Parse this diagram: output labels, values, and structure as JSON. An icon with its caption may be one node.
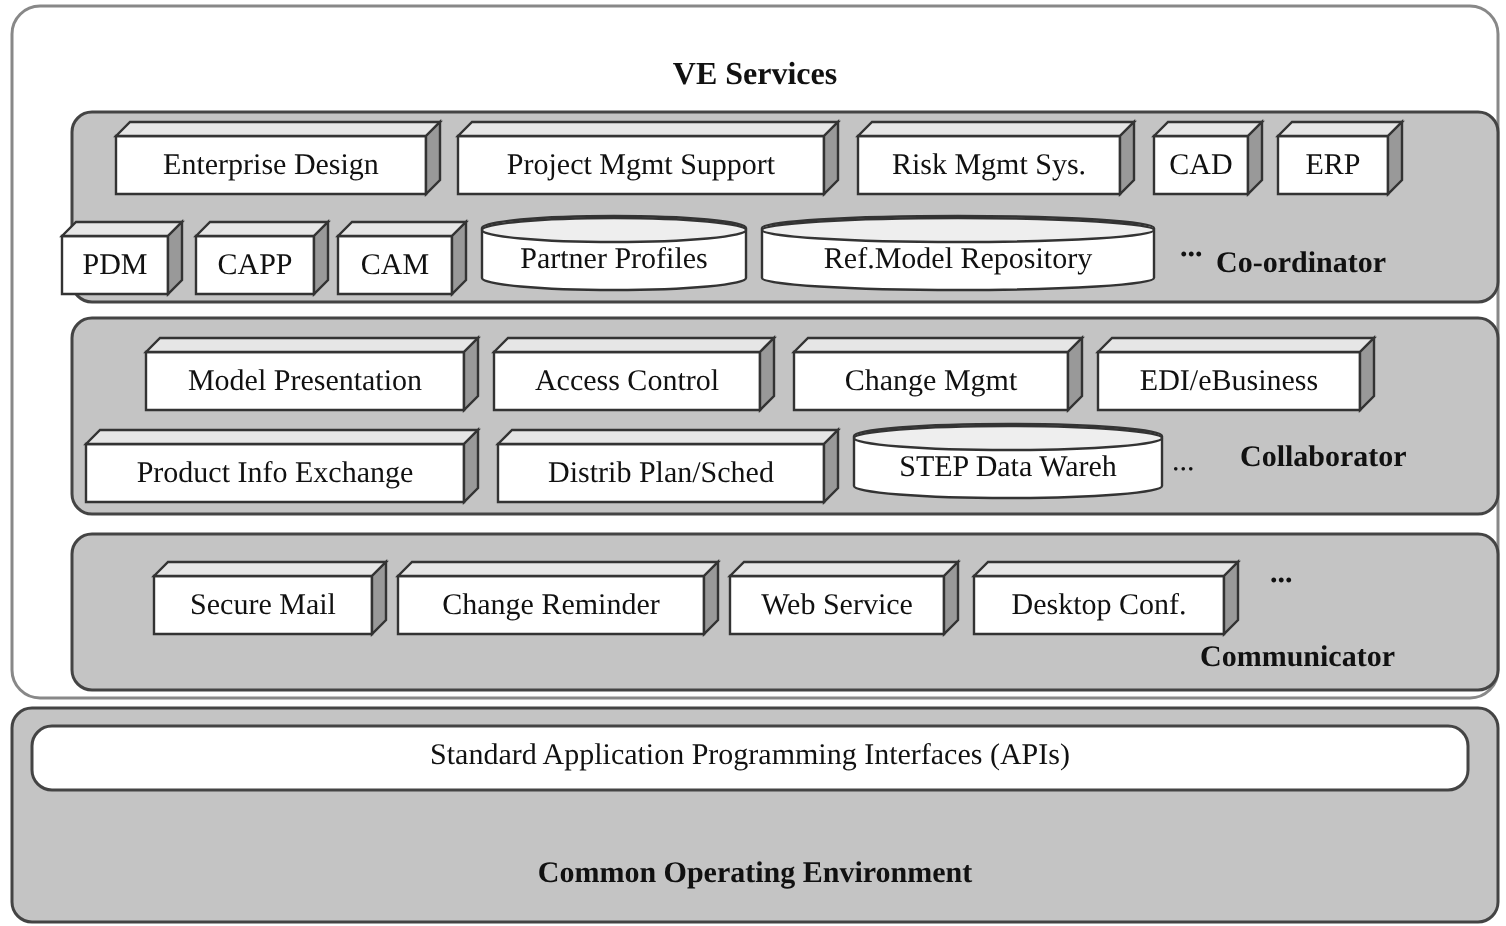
{
  "diagram": {
    "nodes": [
      {
        "text": [
          "VE Services"
        ]
      },
      {
        "text": [
          "...",
          "Co-ordinator"
        ],
        "in": 0
      },
      {
        "text": [
          "Enterprise Design"
        ],
        "in": 1
      },
      {
        "text": [
          "Project Mgmt Support"
        ],
        "in": 1
      },
      {
        "text": [
          "Risk Mgmt Sys."
        ],
        "in": 1
      },
      {
        "text": [
          "CAD"
        ],
        "in": 1
      },
      {
        "text": [
          "ERP"
        ],
        "in": 1
      },
      {
        "text": [
          "PDM"
        ],
        "in": 1
      },
      {
        "text": [
          "CAPP"
        ],
        "in": 1
      },
      {
        "text": [
          "CAM"
        ],
        "in": 1
      },
      {
        "text": [
          "Partner Profiles"
        ],
        "in": 1
      },
      {
        "text": [
          "Ref.Model Repository"
        ],
        "in": 1
      },
      {
        "text": [
          "Collaborator"
        ],
        "in": 0
      },
      {
        "text": [
          "Model Presentation"
        ],
        "in": 12
      },
      {
        "text": [
          "Access Control"
        ],
        "in": 12
      },
      {
        "text": [
          "Change Mgmt"
        ],
        "in": 12
      },
      {
        "text": [
          "EDI/eBusiness"
        ],
        "in": 12
      },
      {
        "text": [
          "Product Info Exchange"
        ],
        "in": 12
      },
      {
        "text": [
          "Distrib Plan/Sched"
        ],
        "in": 12
      },
      {
        "text": [
          "STEP Data Wareh",
          "..."
        ],
        "in": 12
      },
      {
        "text": [
          "...",
          "Communicator"
        ],
        "in": 0
      },
      {
        "text": [
          "Secure Mail"
        ],
        "in": 20
      },
      {
        "text": [
          "Change Reminder"
        ],
        "in": 20
      },
      {
        "text": [
          "Web Service"
        ],
        "in": 20
      },
      {
        "text": [
          "Desktop Conf."
        ],
        "in": 20
      },
      {
        "text": [
          "Common Operating Environment"
        ]
      },
      {
        "text": [
          "Standard Application Programming Interfaces (APIs)"
        ],
        "in": 25
      }
    ],
    "edges": []
  }
}
